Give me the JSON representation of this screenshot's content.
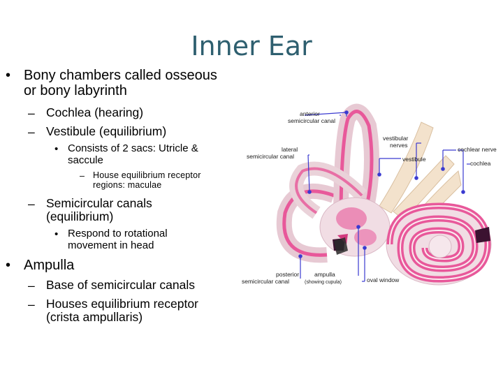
{
  "slide": {
    "title": "Inner Ear",
    "bullets": [
      {
        "level": 1,
        "lines": [
          "Bony chambers called osseous",
          "or bony labyrinth"
        ]
      },
      {
        "level": 2,
        "lines": [
          "Cochlea (hearing)"
        ]
      },
      {
        "level": 2,
        "lines": [
          "Vestibule (equilibrium)"
        ]
      },
      {
        "level": 3,
        "lines": [
          "Consists of 2 sacs: Utricle &",
          "saccule"
        ]
      },
      {
        "level": 4,
        "lines": [
          "House equilibrium receptor",
          "regions: maculae"
        ]
      },
      {
        "level": 2,
        "lines": [
          "Semicircular canals",
          "(equilibrium)"
        ]
      },
      {
        "level": 3,
        "lines": [
          "Respond to rotational",
          "movement in head"
        ]
      },
      {
        "level": 1,
        "lines": [
          "Ampulla"
        ]
      },
      {
        "level": 2,
        "lines": [
          "Base of semicircular canals"
        ]
      },
      {
        "level": 2,
        "lines": [
          "Houses equilibrium receptor",
          "(crista ampullaris)"
        ]
      }
    ]
  },
  "diagram": {
    "labels": {
      "anterior": "anterior",
      "anterior_sub": "semicircular canal",
      "lateral": "lateral",
      "lateral_sub": "semicircular canal",
      "vestibular": "vestibular",
      "vestibular_sub": "nerves",
      "cochlear_nerve": "cochlear nerve",
      "cochlea": "cochlea",
      "vestibule": "vestibule",
      "posterior": "posterior",
      "posterior_sub": "semicircular canal",
      "ampulla": "ampulla",
      "ampulla_sub": "(showing cupula)",
      "oval_window": "oval window"
    },
    "colors": {
      "bone": "#f1dde4",
      "membrane": "#e8589a",
      "pointer": "#3a3ad0"
    }
  }
}
